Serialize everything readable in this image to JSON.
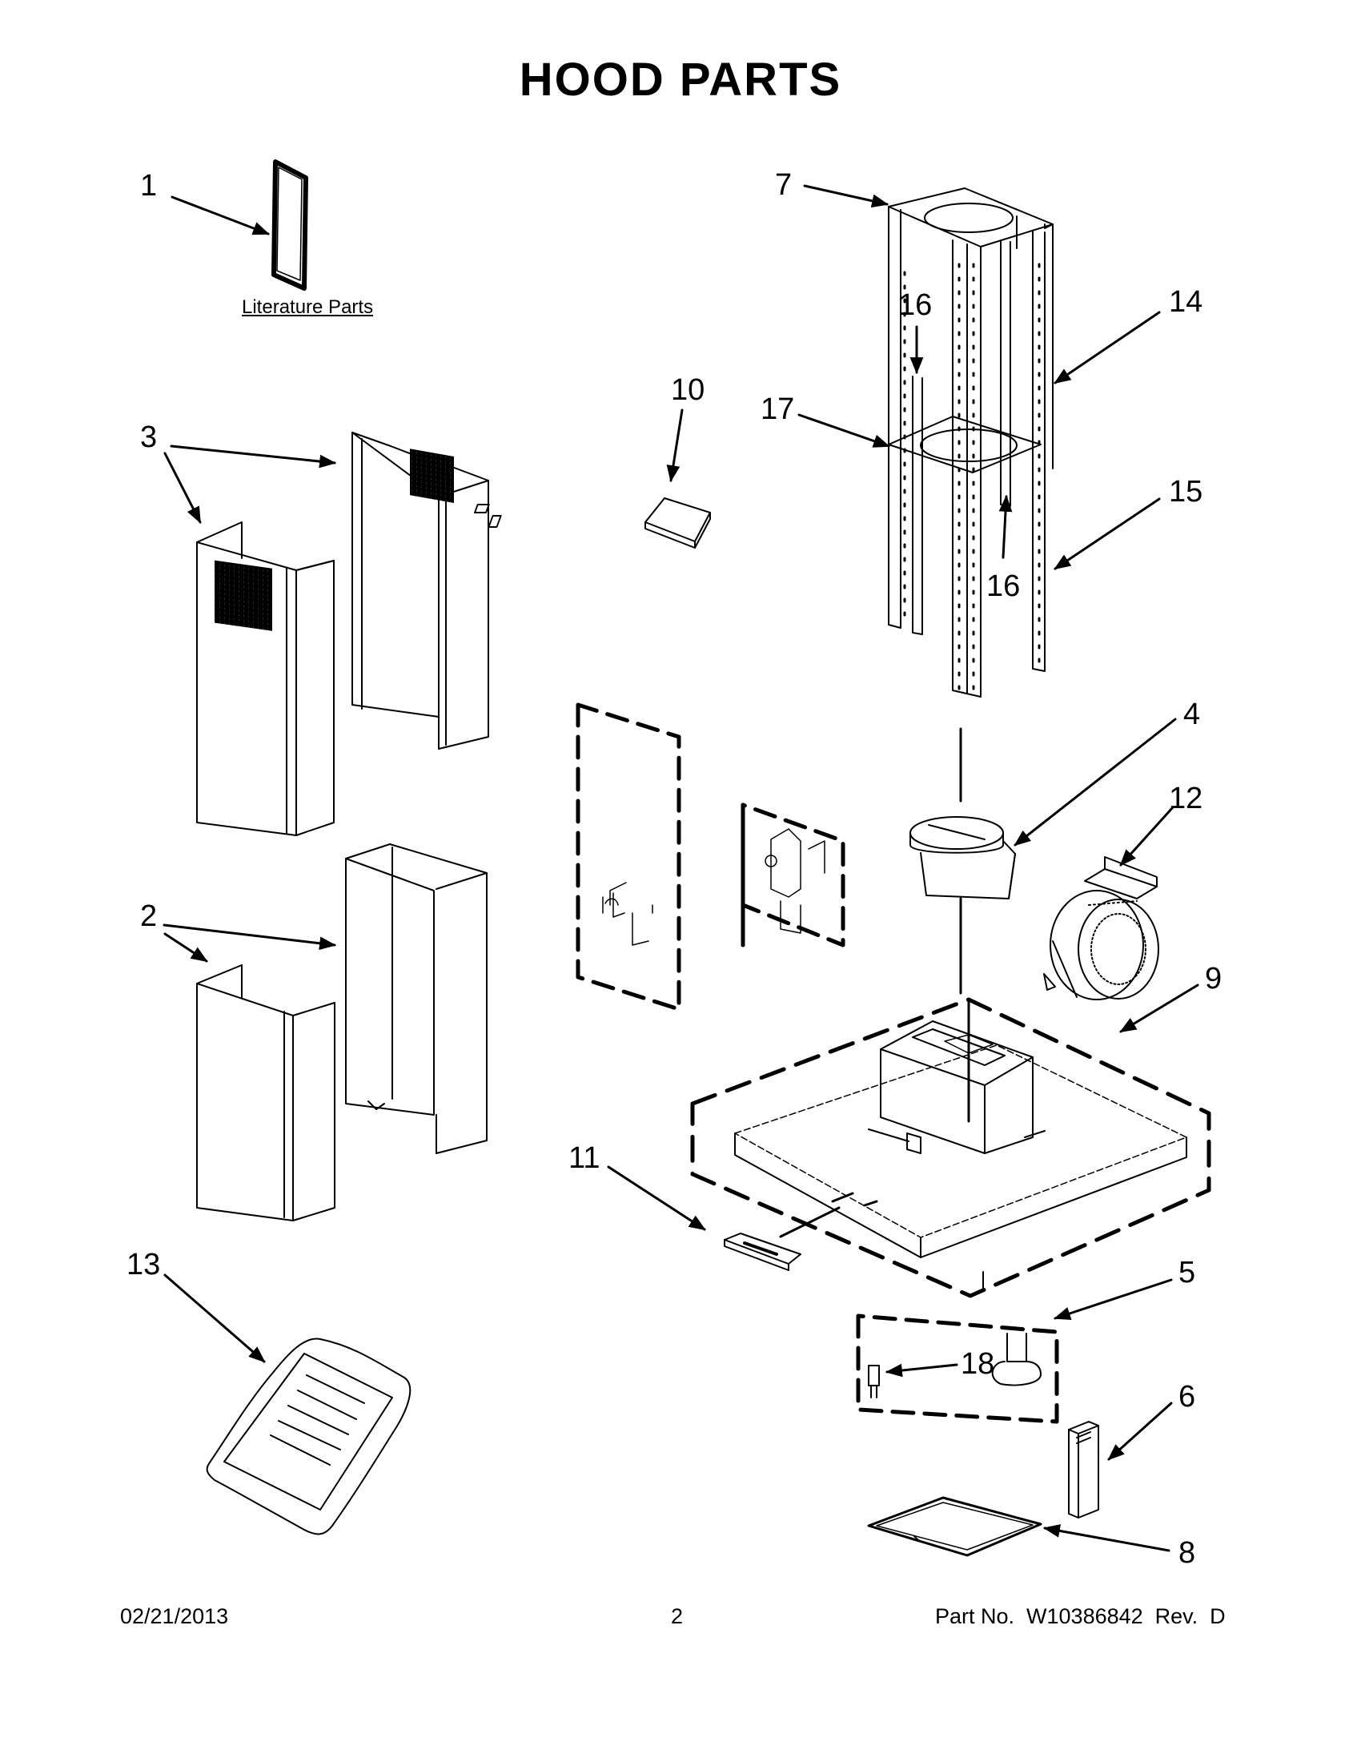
{
  "title": "HOOD PARTS",
  "literature_label": "Literature Parts",
  "callouts": {
    "c1": "1",
    "c2": "2",
    "c3": "3",
    "c4": "4",
    "c5": "5",
    "c6": "6",
    "c7": "7",
    "c8": "8",
    "c9": "9",
    "c10": "10",
    "c11": "11",
    "c12": "12",
    "c13": "13",
    "c14": "14",
    "c15": "15",
    "c16a": "16",
    "c16b": "16",
    "c17": "17",
    "c18": "18"
  },
  "footer": {
    "date": "02/21/2013",
    "page": "2",
    "part_no": "Part No.  W10386842  Rev.  D"
  }
}
